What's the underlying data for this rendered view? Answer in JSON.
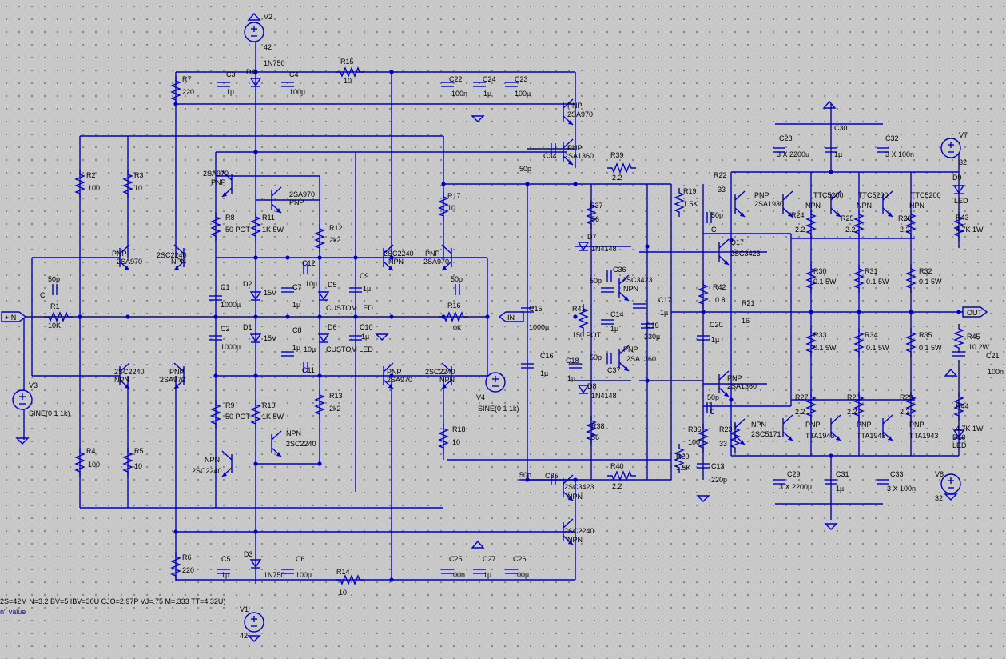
{
  "colors": {
    "wire": "#0000cc",
    "background": "#c8c8c8",
    "text": "#000000"
  },
  "model_line": "2S=42M N=3.2 BV=5 IBV=30U CJO=2.97P VJ=.75 M=.333 TT=4.32U)",
  "model_line2": "n\" value",
  "ports": {
    "in_pos": "+IN",
    "in_neg": "-IN",
    "out": "OUT"
  },
  "labels": [
    {
      "t": "V2"
    },
    {
      "t": "42"
    },
    {
      "t": "1N750"
    },
    {
      "t": "D4"
    },
    {
      "t": "C3"
    },
    {
      "t": "1µ"
    },
    {
      "t": "C4"
    },
    {
      "t": "100µ"
    },
    {
      "t": "R15"
    },
    {
      "t": "10"
    },
    {
      "t": "R7"
    },
    {
      "t": "220"
    },
    {
      "t": "C22"
    },
    {
      "t": "100n"
    },
    {
      "t": "C24"
    },
    {
      "t": "1µ"
    },
    {
      "t": "C23"
    },
    {
      "t": "100µ"
    },
    {
      "t": "PNP"
    },
    {
      "t": "2SA970"
    },
    {
      "t": "PNP"
    },
    {
      "t": "2SA1360"
    },
    {
      "t": "C34"
    },
    {
      "t": "50p"
    },
    {
      "t": "R39"
    },
    {
      "t": "2.2"
    },
    {
      "t": "R2"
    },
    {
      "t": "100"
    },
    {
      "t": "R3"
    },
    {
      "t": "10"
    },
    {
      "t": "2SA970"
    },
    {
      "t": "PNP"
    },
    {
      "t": "2SA970"
    },
    {
      "t": "PNP"
    },
    {
      "t": "R8"
    },
    {
      "t": "50 POT"
    },
    {
      "t": "R11"
    },
    {
      "t": "1K 5W"
    },
    {
      "t": "R12"
    },
    {
      "t": "2k2"
    },
    {
      "t": "R17"
    },
    {
      "t": "10"
    },
    {
      "t": "R37"
    },
    {
      "t": "56"
    },
    {
      "t": "R19"
    },
    {
      "t": "1.5K"
    },
    {
      "t": "C28"
    },
    {
      "t": "3 X 2200u"
    },
    {
      "t": "C30"
    },
    {
      "t": "1µ"
    },
    {
      "t": "C32"
    },
    {
      "t": "3 X 100n"
    },
    {
      "t": "V7"
    },
    {
      "t": "32"
    },
    {
      "t": "D9"
    },
    {
      "t": "LED"
    },
    {
      "t": "R43"
    },
    {
      "t": "4.7K 1W"
    },
    {
      "t": "R22"
    },
    {
      "t": "33"
    },
    {
      "t": "PNP"
    },
    {
      "t": "2SA1930"
    },
    {
      "t": "TTC5200"
    },
    {
      "t": "NPN"
    },
    {
      "t": "TTC5200"
    },
    {
      "t": "NPN"
    },
    {
      "t": "TTC5200"
    },
    {
      "t": "NPN"
    },
    {
      "t": "R24"
    },
    {
      "t": "2.2"
    },
    {
      "t": "R25"
    },
    {
      "t": "2.2"
    },
    {
      "t": "R26"
    },
    {
      "t": "2.2"
    },
    {
      "t": "50p"
    },
    {
      "t": "C"
    },
    {
      "t": "Q17"
    },
    {
      "t": "2SC3423"
    },
    {
      "t": "PNP"
    },
    {
      "t": "2SA970"
    },
    {
      "t": "2SC2240"
    },
    {
      "t": "NPN"
    },
    {
      "t": "2SC2240"
    },
    {
      "t": "NPN"
    },
    {
      "t": "PNP"
    },
    {
      "t": "2SA970"
    },
    {
      "t": "D7"
    },
    {
      "t": "1N4148"
    },
    {
      "t": "C36"
    },
    {
      "t": "2SC3423"
    },
    {
      "t": "NPN"
    },
    {
      "t": "C12"
    },
    {
      "t": "10µ"
    },
    {
      "t": "R30"
    },
    {
      "t": "0.1 5W"
    },
    {
      "t": "R31"
    },
    {
      "t": "0.1 5W"
    },
    {
      "t": "R32"
    },
    {
      "t": "0.1 5W"
    },
    {
      "t": "50p"
    },
    {
      "t": "C"
    },
    {
      "t": "R1"
    },
    {
      "t": "10K"
    },
    {
      "t": "C1"
    },
    {
      "t": "1000µ"
    },
    {
      "t": "D2"
    },
    {
      "t": "15V"
    },
    {
      "t": "C7"
    },
    {
      "t": "1µ"
    },
    {
      "t": "D5"
    },
    {
      "t": "CUSTOM LED"
    },
    {
      "t": "C9"
    },
    {
      "t": "1µ"
    },
    {
      "t": "50p"
    },
    {
      "t": "R16"
    },
    {
      "t": "10K"
    },
    {
      "t": "C15"
    },
    {
      "t": "1000µ"
    },
    {
      "t": "50p"
    },
    {
      "t": "R41"
    },
    {
      "t": "150 POT"
    },
    {
      "t": "C14"
    },
    {
      "t": "1µ"
    },
    {
      "t": "C17"
    },
    {
      "t": "1µ"
    },
    {
      "t": "C19"
    },
    {
      "t": "330µ"
    },
    {
      "t": "R42"
    },
    {
      "t": "0.8"
    },
    {
      "t": "R21"
    },
    {
      "t": "16"
    },
    {
      "t": "C20"
    },
    {
      "t": "1µ"
    },
    {
      "t": "C2"
    },
    {
      "t": "1000µ"
    },
    {
      "t": "D1"
    },
    {
      "t": "15V"
    },
    {
      "t": "C8"
    },
    {
      "t": "1µ"
    },
    {
      "t": "D6"
    },
    {
      "t": "CUSTOM LED"
    },
    {
      "t": "C10"
    },
    {
      "t": "1µ"
    },
    {
      "t": "10µ"
    },
    {
      "t": "C11"
    },
    {
      "t": "C16"
    },
    {
      "t": "1µ"
    },
    {
      "t": "C18"
    },
    {
      "t": "1µ"
    },
    {
      "t": "50p"
    },
    {
      "t": "PNP"
    },
    {
      "t": "2SA1360"
    },
    {
      "t": "C37"
    },
    {
      "t": "R33"
    },
    {
      "t": "0.1 5W"
    },
    {
      "t": "R34"
    },
    {
      "t": "0.1 5W"
    },
    {
      "t": "R35"
    },
    {
      "t": "0.1 5W"
    },
    {
      "t": "R45"
    },
    {
      "t": "10.2W"
    },
    {
      "t": "C21"
    },
    {
      "t": "100n"
    },
    {
      "t": "2SC2240"
    },
    {
      "t": "NPN"
    },
    {
      "t": "PNP"
    },
    {
      "t": "2SA970"
    },
    {
      "t": "PNP"
    },
    {
      "t": "2SA970"
    },
    {
      "t": "2SC2240"
    },
    {
      "t": "NPN"
    },
    {
      "t": "V3"
    },
    {
      "t": "SINE(0 1 1k)"
    },
    {
      "t": "V4"
    },
    {
      "t": "SINE(0 1 1k)"
    },
    {
      "t": "PNP"
    },
    {
      "t": "2SA1360"
    },
    {
      "t": "R9"
    },
    {
      "t": "50 POT"
    },
    {
      "t": "R10"
    },
    {
      "t": "1K 5W"
    },
    {
      "t": "R13"
    },
    {
      "t": "2k2"
    },
    {
      "t": "R18"
    },
    {
      "t": "10"
    },
    {
      "t": "D8"
    },
    {
      "t": "1N4148"
    },
    {
      "t": "R38"
    },
    {
      "t": "56"
    },
    {
      "t": "50p"
    },
    {
      "t": "C"
    },
    {
      "t": "R27"
    },
    {
      "t": "2.2"
    },
    {
      "t": "R28"
    },
    {
      "t": "2.2"
    },
    {
      "t": "R29"
    },
    {
      "t": "2.2"
    },
    {
      "t": "NPN"
    },
    {
      "t": "2SC2240"
    },
    {
      "t": "NPN"
    },
    {
      "t": "2SC2240"
    },
    {
      "t": "R36"
    },
    {
      "t": "100"
    },
    {
      "t": "R23"
    },
    {
      "t": "33"
    },
    {
      "t": "NPN"
    },
    {
      "t": "2SC5171"
    },
    {
      "t": "PNP"
    },
    {
      "t": "TTA1943"
    },
    {
      "t": "PNP"
    },
    {
      "t": "TTA1943"
    },
    {
      "t": "PNP"
    },
    {
      "t": "TTA1943"
    },
    {
      "t": "V8"
    },
    {
      "t": "32"
    },
    {
      "t": "D10"
    },
    {
      "t": "LED"
    },
    {
      "t": "R44"
    },
    {
      "t": "4.7K 1W"
    },
    {
      "t": "R4"
    },
    {
      "t": "100"
    },
    {
      "t": "R5"
    },
    {
      "t": "10"
    },
    {
      "t": "R20"
    },
    {
      "t": "1.5K"
    },
    {
      "t": "C13"
    },
    {
      "t": "220p"
    },
    {
      "t": "C29"
    },
    {
      "t": "3 X 2200µ"
    },
    {
      "t": "C31"
    },
    {
      "t": "1µ"
    },
    {
      "t": "C33"
    },
    {
      "t": "3 X 100n"
    },
    {
      "t": "C35"
    },
    {
      "t": "50p"
    },
    {
      "t": "R40"
    },
    {
      "t": "2.2"
    },
    {
      "t": "2SC3423"
    },
    {
      "t": "NPN"
    },
    {
      "t": "2SC2240"
    },
    {
      "t": "NPN"
    },
    {
      "t": "R6"
    },
    {
      "t": "220"
    },
    {
      "t": "C5"
    },
    {
      "t": "1µ"
    },
    {
      "t": "D3"
    },
    {
      "t": "1N750"
    },
    {
      "t": "C6"
    },
    {
      "t": "100µ"
    },
    {
      "t": "R14"
    },
    {
      "t": "10"
    },
    {
      "t": "C25"
    },
    {
      "t": "100n"
    },
    {
      "t": "C27"
    },
    {
      "t": "1µ"
    },
    {
      "t": "C26"
    },
    {
      "t": "100µ"
    },
    {
      "t": "V1"
    },
    {
      "t": "42"
    }
  ]
}
